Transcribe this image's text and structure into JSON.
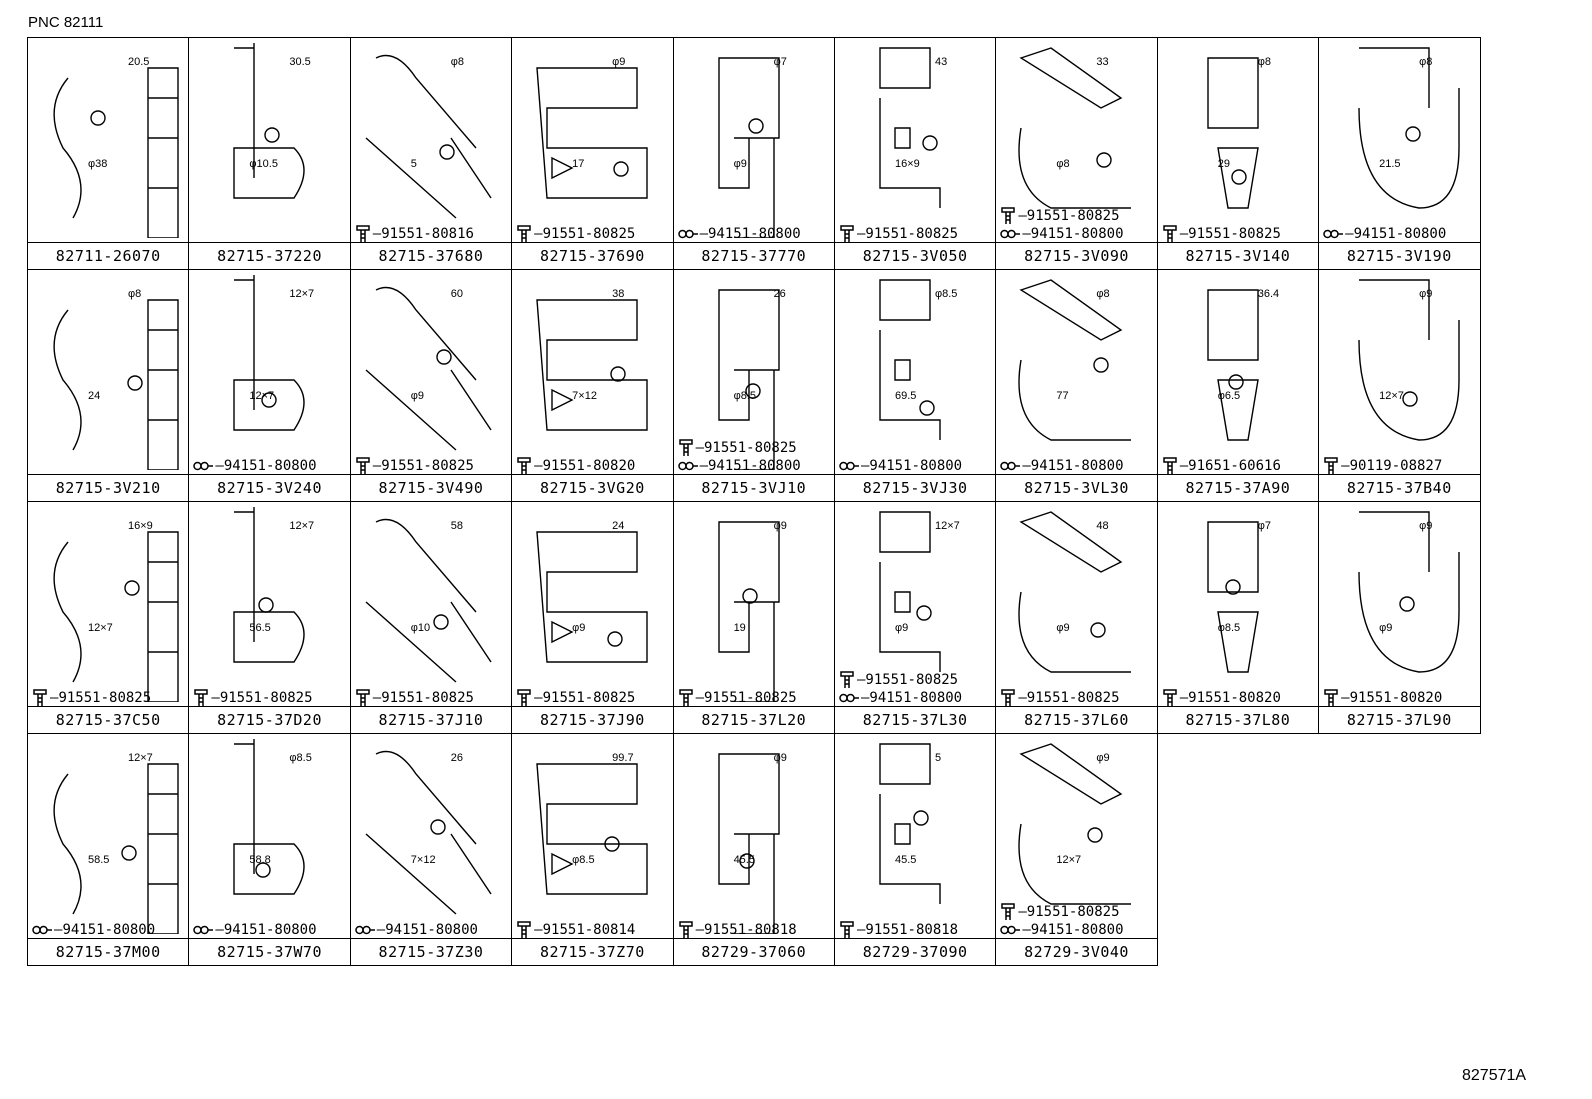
{
  "pnc_label": "PNC 82111",
  "figure_id": "827571A",
  "cells": [
    {
      "part": "82711-26070",
      "fasteners": [],
      "dims": [
        "20.5",
        "φ38"
      ]
    },
    {
      "part": "82715-37220",
      "fasteners": [],
      "dims": [
        "30.5",
        "φ10.5"
      ]
    },
    {
      "part": "82715-37680",
      "fasteners": [
        {
          "type": "bolt",
          "pn": "91551-80816"
        }
      ],
      "dims": [
        "φ8",
        "5"
      ]
    },
    {
      "part": "82715-37690",
      "fasteners": [
        {
          "type": "bolt",
          "pn": "91551-80825"
        }
      ],
      "dims": [
        "φ9",
        "17"
      ]
    },
    {
      "part": "82715-37770",
      "fasteners": [
        {
          "type": "clip",
          "pn": "94151-80800"
        }
      ],
      "dims": [
        "φ7",
        "φ9"
      ]
    },
    {
      "part": "82715-3V050",
      "fasteners": [
        {
          "type": "bolt",
          "pn": "91551-80825"
        }
      ],
      "dims": [
        "43",
        "16×9"
      ]
    },
    {
      "part": "82715-3V090",
      "fasteners": [
        {
          "type": "bolt",
          "pn": "91551-80825"
        },
        {
          "type": "clip",
          "pn": "94151-80800"
        }
      ],
      "dims": [
        "33",
        "φ8"
      ]
    },
    {
      "part": "82715-3V140",
      "fasteners": [
        {
          "type": "bolt",
          "pn": "91551-80825"
        }
      ],
      "dims": [
        "φ8",
        "29"
      ]
    },
    {
      "part": "82715-3V190",
      "fasteners": [
        {
          "type": "clip",
          "pn": "94151-80800"
        }
      ],
      "dims": [
        "φ8",
        "21.5"
      ]
    },
    {
      "part": "82715-3V210",
      "fasteners": [],
      "dims": [
        "φ8",
        "24"
      ]
    },
    {
      "part": "82715-3V240",
      "fasteners": [
        {
          "type": "clip",
          "pn": "94151-80800"
        }
      ],
      "dims": [
        "12×7",
        "12×7"
      ]
    },
    {
      "part": "82715-3V490",
      "fasteners": [
        {
          "type": "bolt",
          "pn": "91551-80825"
        }
      ],
      "dims": [
        "60",
        "φ9"
      ]
    },
    {
      "part": "82715-3VG20",
      "fasteners": [
        {
          "type": "bolt",
          "pn": "91551-80820"
        }
      ],
      "dims": [
        "38",
        "7×12"
      ]
    },
    {
      "part": "82715-3VJ10",
      "fasteners": [
        {
          "type": "bolt",
          "pn": "91551-80825"
        },
        {
          "type": "clip",
          "pn": "94151-80800"
        }
      ],
      "dims": [
        "26",
        "φ8.5"
      ]
    },
    {
      "part": "82715-3VJ30",
      "fasteners": [
        {
          "type": "clip",
          "pn": "94151-80800"
        }
      ],
      "dims": [
        "φ8.5",
        "69.5"
      ]
    },
    {
      "part": "82715-3VL30",
      "fasteners": [
        {
          "type": "clip",
          "pn": "94151-80800"
        }
      ],
      "dims": [
        "φ8",
        "77"
      ]
    },
    {
      "part": "82715-37A90",
      "fasteners": [
        {
          "type": "bolt",
          "pn": "91651-60616"
        }
      ],
      "dims": [
        "36.4",
        "φ6.5"
      ]
    },
    {
      "part": "82715-37B40",
      "fasteners": [
        {
          "type": "bolt",
          "pn": "90119-08827"
        }
      ],
      "dims": [
        "φ9",
        "12×7"
      ]
    },
    {
      "part": "82715-37C50",
      "fasteners": [
        {
          "type": "bolt",
          "pn": "91551-80825"
        }
      ],
      "dims": [
        "16×9",
        "12×7"
      ]
    },
    {
      "part": "82715-37D20",
      "fasteners": [
        {
          "type": "bolt",
          "pn": "91551-80825"
        }
      ],
      "dims": [
        "12×7",
        "56.5"
      ]
    },
    {
      "part": "82715-37J10",
      "fasteners": [
        {
          "type": "bolt",
          "pn": "91551-80825"
        }
      ],
      "dims": [
        "58",
        "φ10"
      ]
    },
    {
      "part": "82715-37J90",
      "fasteners": [
        {
          "type": "bolt",
          "pn": "91551-80825"
        }
      ],
      "dims": [
        "24",
        "φ9"
      ]
    },
    {
      "part": "82715-37L20",
      "fasteners": [
        {
          "type": "bolt",
          "pn": "91551-80825"
        }
      ],
      "dims": [
        "φ9",
        "19"
      ]
    },
    {
      "part": "82715-37L30",
      "fasteners": [
        {
          "type": "bolt",
          "pn": "91551-80825"
        },
        {
          "type": "clip",
          "pn": "94151-80800"
        }
      ],
      "dims": [
        "12×7",
        "φ9"
      ]
    },
    {
      "part": "82715-37L60",
      "fasteners": [
        {
          "type": "bolt",
          "pn": "91551-80825"
        }
      ],
      "dims": [
        "48",
        "φ9"
      ]
    },
    {
      "part": "82715-37L80",
      "fasteners": [
        {
          "type": "bolt",
          "pn": "91551-80820"
        }
      ],
      "dims": [
        "φ7",
        "φ8.5"
      ]
    },
    {
      "part": "82715-37L90",
      "fasteners": [
        {
          "type": "bolt",
          "pn": "91551-80820"
        }
      ],
      "dims": [
        "φ9",
        "φ9"
      ]
    },
    {
      "part": "82715-37M00",
      "fasteners": [
        {
          "type": "clip",
          "pn": "94151-80800"
        }
      ],
      "dims": [
        "12×7",
        "58.5"
      ]
    },
    {
      "part": "82715-37W70",
      "fasteners": [
        {
          "type": "clip",
          "pn": "94151-80800"
        }
      ],
      "dims": [
        "φ8.5",
        "58.8"
      ]
    },
    {
      "part": "82715-37Z30",
      "fasteners": [
        {
          "type": "clip",
          "pn": "94151-80800"
        }
      ],
      "dims": [
        "26",
        "7×12"
      ]
    },
    {
      "part": "82715-37Z70",
      "fasteners": [
        {
          "type": "bolt",
          "pn": "91551-80814"
        }
      ],
      "dims": [
        "99.7",
        "φ8.5"
      ]
    },
    {
      "part": "82729-37060",
      "fasteners": [
        {
          "type": "bolt",
          "pn": "91551-80818"
        }
      ],
      "dims": [
        "φ9",
        "45.5"
      ]
    },
    {
      "part": "82729-37090",
      "fasteners": [
        {
          "type": "bolt",
          "pn": "91551-80818"
        }
      ],
      "dims": [
        "5",
        "45.5"
      ]
    },
    {
      "part": "82729-3V040",
      "fasteners": [
        {
          "type": "bolt",
          "pn": "91551-80825"
        },
        {
          "type": "clip",
          "pn": "94151-80800"
        }
      ],
      "dims": [
        "φ9",
        "12×7"
      ]
    }
  ]
}
